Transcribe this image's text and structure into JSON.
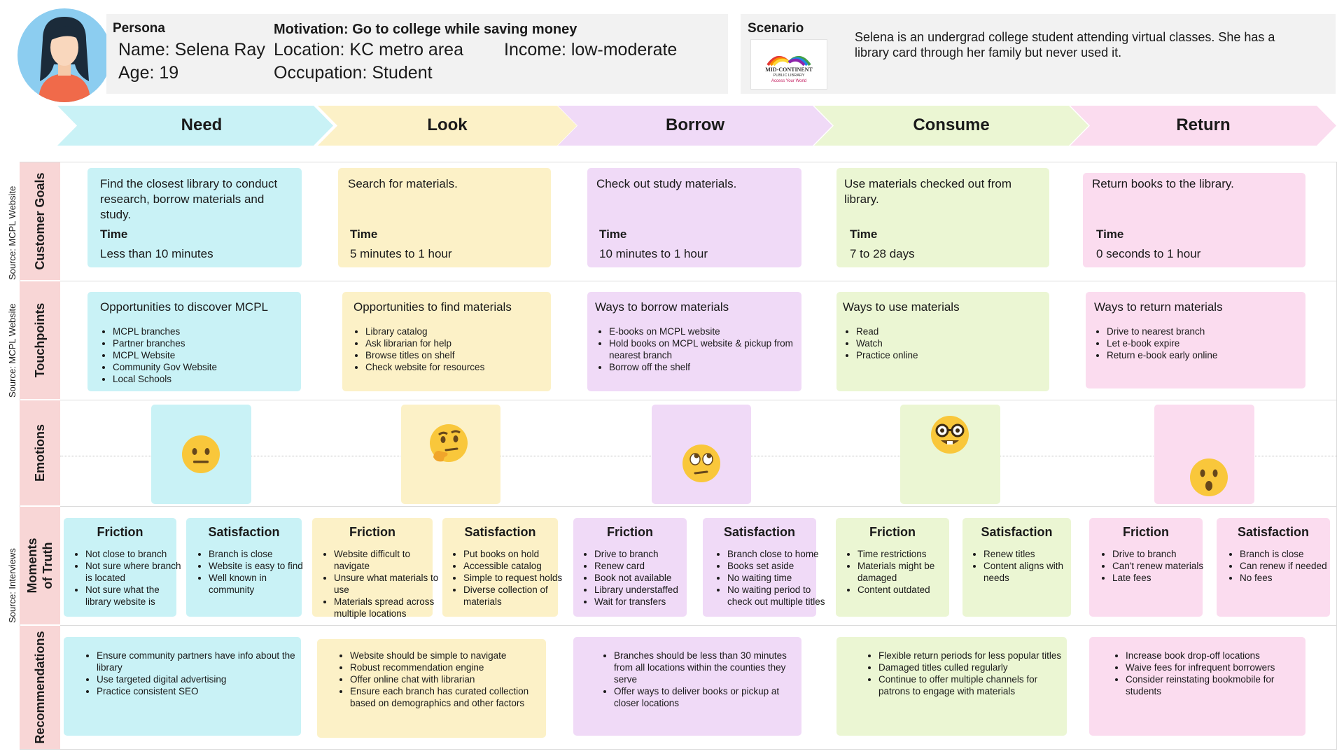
{
  "persona": {
    "heading": "Persona",
    "name": "Name: Selena Ray",
    "age": "Age: 19",
    "motivation": "Motivation: Go to college while saving money",
    "location": "Location: KC metro area",
    "occupation": "Occupation: Student",
    "income": "Income: low-moderate"
  },
  "scenario": {
    "heading": "Scenario",
    "text": "Selena is an undergrad college student attending virtual classes. She has a library card through her family but never used it.",
    "logo_name": "MID-CONTINENT",
    "logo_sub": "PUBLIC LIBRARY",
    "logo_tag": "Access Your World"
  },
  "phases": [
    "Need",
    "Look",
    "Borrow",
    "Consume",
    "Return"
  ],
  "colors": {
    "need": "#c9f2f6",
    "look": "#fcf1c7",
    "borrow": "#f0daf7",
    "consume": "#ebf6d3",
    "return": "#fbdcef",
    "row_label": "#f8d6d6",
    "emoji_face": "#f9c73b"
  },
  "sources": {
    "goals": "Source: MCPL Website",
    "touchpoints": "Source: MCPL Website",
    "moments": "Source: Interviews"
  },
  "rows": {
    "goals": "Customer Goals",
    "touchpoints": "Touchpoints",
    "emotions": "Emotions",
    "moments_line1": "Moments",
    "moments_line2": "of Truth",
    "recommendations": "Recommendations"
  },
  "goals": [
    {
      "text": "Find the closest library to conduct research, borrow materials and study.",
      "time_label": "Time",
      "time": "Less than 10 minutes"
    },
    {
      "text": "Search for materials.",
      "time_label": "Time",
      "time": "5 minutes to 1 hour"
    },
    {
      "text": "Check out study materials.",
      "time_label": "Time",
      "time": "10 minutes to 1 hour"
    },
    {
      "text": "Use materials checked out from library.",
      "time_label": "Time",
      "time": "7 to 28 days"
    },
    {
      "text": "Return books to the library.",
      "time_label": "Time",
      "time": "0 seconds to 1 hour"
    }
  ],
  "touchpoints": [
    {
      "title": "Opportunities to discover MCPL",
      "items": [
        "MCPL branches",
        "Partner branches",
        "MCPL Website",
        "Community Gov Website",
        "Local Schools"
      ]
    },
    {
      "title": "Opportunities to find materials",
      "items": [
        "Library catalog",
        "Ask librarian for help",
        "Browse titles on shelf",
        "Check website for resources"
      ]
    },
    {
      "title": "Ways to borrow materials",
      "items": [
        "E-books on MCPL website",
        "Hold books on MCPL website & pickup from nearest branch",
        "Borrow off the shelf"
      ]
    },
    {
      "title": "Ways to use materials",
      "items": [
        "Read",
        "Watch",
        "Practice online"
      ]
    },
    {
      "title": "Ways to return materials",
      "items": [
        "Drive to nearest branch",
        "Let e-book expire",
        "Return e-book early online"
      ]
    }
  ],
  "emotions": [
    {
      "icon": "neutral-face-icon",
      "level": 0.5
    },
    {
      "icon": "thinking-face-icon",
      "level": 0.6
    },
    {
      "icon": "eye-roll-face-icon",
      "level": 0.35
    },
    {
      "icon": "nerd-face-icon",
      "level": 0.75
    },
    {
      "icon": "surprised-face-icon",
      "level": 0.2
    }
  ],
  "moments": [
    {
      "friction_title": "Friction",
      "friction": [
        "Not close to branch",
        "Not sure where branch is located",
        "Not sure what the library website is"
      ],
      "satisfaction_title": "Satisfaction",
      "satisfaction": [
        "Branch is close",
        "Website is easy to find",
        "Well known in community"
      ]
    },
    {
      "friction_title": "Friction",
      "friction": [
        "Website difficult to navigate",
        "Unsure what materials to use",
        "Materials spread across multiple locations"
      ],
      "satisfaction_title": "Satisfaction",
      "satisfaction": [
        "Put books on hold",
        "Accessible catalog",
        "Simple to request holds",
        "Diverse collection of materials"
      ]
    },
    {
      "friction_title": "Friction",
      "friction": [
        "Drive to branch",
        "Renew card",
        "Book not available",
        "Library understaffed",
        "Wait for transfers"
      ],
      "satisfaction_title": "Satisfaction",
      "satisfaction": [
        "Branch close to home",
        "Books set aside",
        "No waiting time",
        "No waiting period to check out multiple titles"
      ]
    },
    {
      "friction_title": "Friction",
      "friction": [
        "Time restrictions",
        "Materials might be damaged",
        "Content outdated"
      ],
      "satisfaction_title": "Satisfaction",
      "satisfaction": [
        "Renew titles",
        "Content aligns with needs"
      ]
    },
    {
      "friction_title": "Friction",
      "friction": [
        "Drive to branch",
        "Can't renew materials",
        "Late fees"
      ],
      "satisfaction_title": "Satisfaction",
      "satisfaction": [
        "Branch is close",
        "Can renew if needed",
        "No fees"
      ]
    }
  ],
  "recommendations": [
    [
      "Ensure community partners have info about the library",
      "Use targeted digital advertising",
      "Practice consistent SEO"
    ],
    [
      "Website should be simple to navigate",
      "Robust recommendation engine",
      "Offer online chat with librarian",
      "Ensure each branch has curated collection based on demographics and other factors"
    ],
    [
      "Branches should be less than 30 minutes from all locations within the counties they serve",
      "Offer ways to deliver books or pickup at closer locations"
    ],
    [
      "Flexible return periods for less popular titles",
      "Damaged titles culled regularly",
      "Continue to offer multiple channels for patrons to engage with materials"
    ],
    [
      "Increase book drop-off locations",
      "Waive fees for infrequent borrowers",
      "Consider reinstating bookmobile for students"
    ]
  ]
}
